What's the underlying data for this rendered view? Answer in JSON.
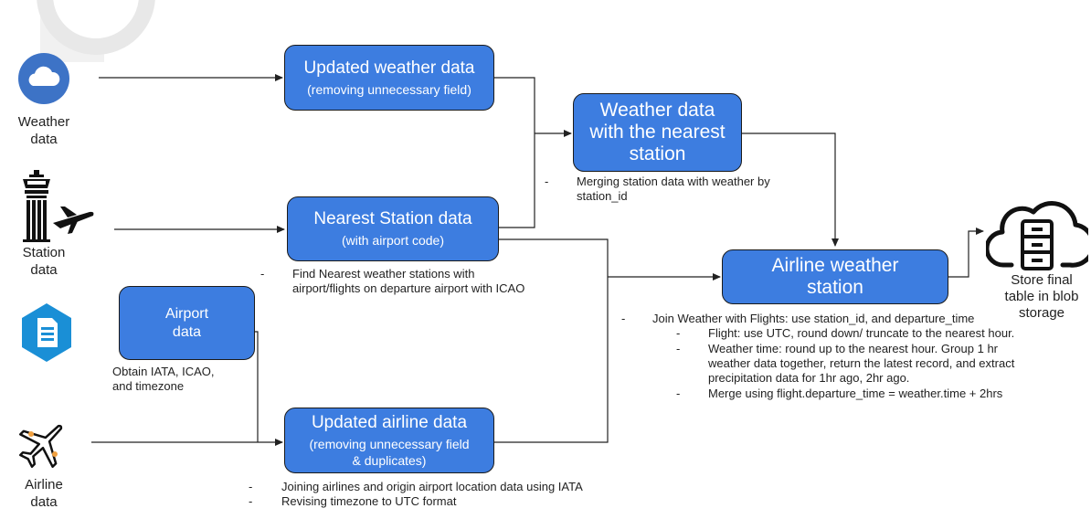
{
  "sources": {
    "weather": {
      "label1": "Weather",
      "label2": "data",
      "icon": "cloud-icon"
    },
    "station": {
      "label1": "Station",
      "label2": "data",
      "icon": "control-tower-icon"
    },
    "airline": {
      "label1": "Airline",
      "label2": "data",
      "icon": "airplane-icon"
    },
    "airport_file": {
      "icon": "document-icon"
    }
  },
  "boxes": {
    "updated_weather": {
      "title": "Updated weather data",
      "sub": "(removing unnecessary field)"
    },
    "nearest_station": {
      "title": "Nearest Station data",
      "sub": "(with airport code)"
    },
    "airport": {
      "line1": "Airport",
      "line2": "data"
    },
    "updated_airline": {
      "title": "Updated airline data",
      "sub1": "(removing unnecessary field",
      "sub2": "& duplicates)"
    },
    "weather_nearest": {
      "line1": "Weather data",
      "line2": "with the nearest",
      "line3": "station"
    },
    "airline_weather": {
      "line1": "Airline weather",
      "line2": "station"
    }
  },
  "notes": {
    "merge_station": {
      "line1": "Merging station data with weather by",
      "line2": "station_id"
    },
    "find_nearest": {
      "line1": "Find Nearest weather stations with",
      "line2": "airport/flights on departure airport with ICAO"
    },
    "obtain_iata": {
      "line1": "Obtain IATA, ICAO,",
      "line2": "and timezone"
    },
    "joining_airlines": "Joining airlines and origin airport location data using IATA",
    "revising_tz": "Revising timezone to UTC format",
    "join_weather": "Join Weather with Flights: use station_id, and departure_time",
    "flight_utc": "Flight: use UTC, round down/ truncate to the nearest hour.",
    "weather_time1": "Weather time: round up to the nearest hour. Group 1 hr",
    "weather_time2": "weather data together, return the latest record, and extract",
    "weather_time3": "precipitation data for 1hr ago, 2hr ago.",
    "merge_using": "Merge using flight.departure_time = weather.time + 2hrs",
    "dash": "-"
  },
  "storage": {
    "line1": "Store final",
    "line2": "table in blob",
    "line3": "storage",
    "icon": "cloud-storage-icon"
  }
}
